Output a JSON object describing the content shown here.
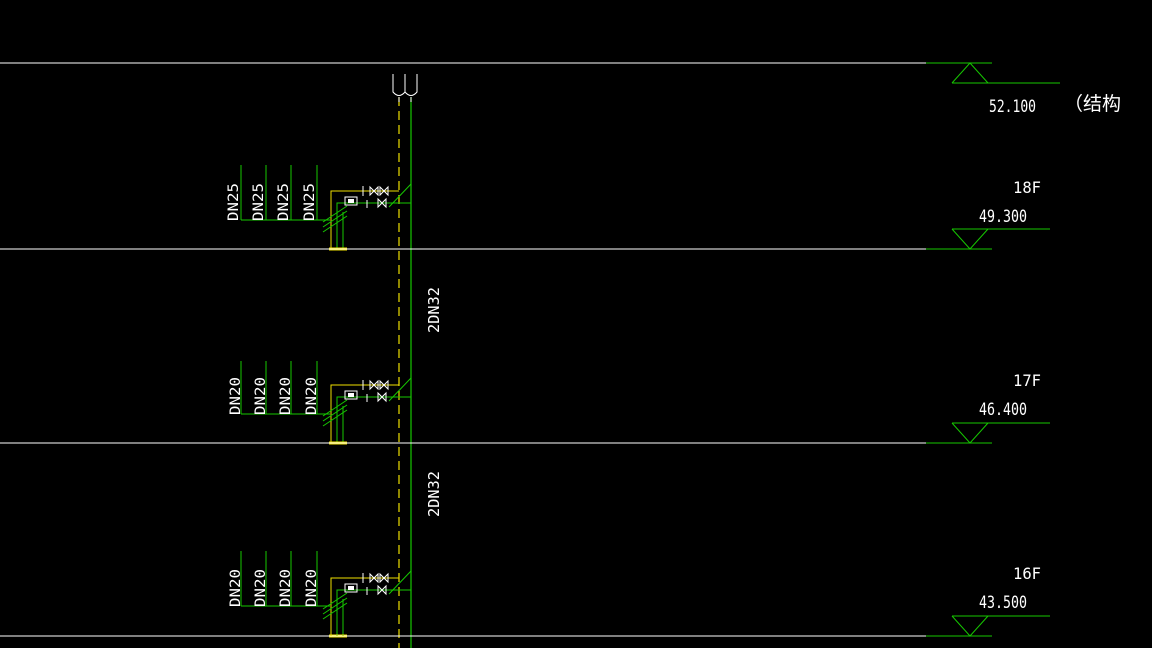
{
  "drawing": {
    "background": "#000000",
    "colors": {
      "floor_line": "#ffffff",
      "pipe_green": "#16c800",
      "pipe_yellow": "#f0e000",
      "text": "#ffffff",
      "symbol": "#ffffff"
    },
    "roof": {
      "elevation": "52.100",
      "note": "（结构"
    },
    "floors": [
      {
        "name": "18F",
        "elevation": "49.300",
        "branches": [
          "DN25",
          "DN25",
          "DN25",
          "DN25"
        ]
      },
      {
        "name": "17F",
        "elevation": "46.400",
        "branches": [
          "DN20",
          "DN20",
          "DN20",
          "DN20"
        ]
      },
      {
        "name": "16F",
        "elevation": "43.500",
        "branches": [
          "DN20",
          "DN20",
          "DN20",
          "DN20"
        ]
      }
    ],
    "riser_labels": [
      "2DN32",
      "2DN32"
    ]
  }
}
